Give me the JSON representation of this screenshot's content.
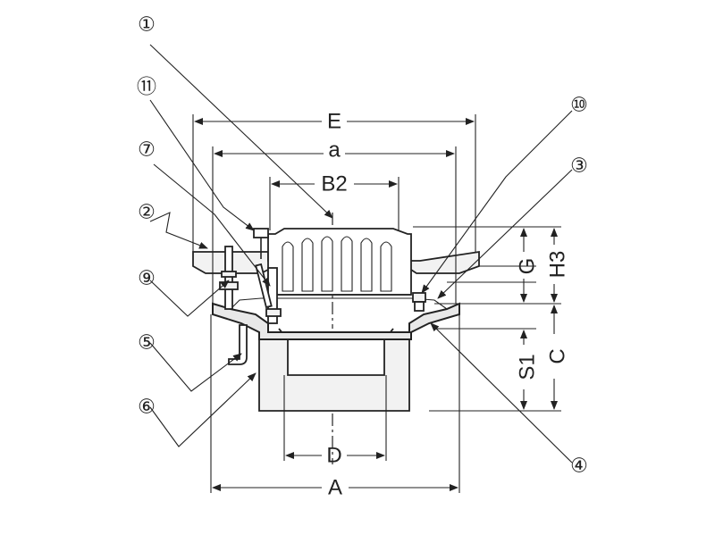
{
  "callouts": [
    "①",
    "⑪",
    "⑦",
    "②",
    "⑨",
    "⑤",
    "⑥",
    "⑩",
    "③",
    "④"
  ],
  "dimensions": {
    "E": "E",
    "a": "a",
    "B2": "B2",
    "D": "D",
    "A": "A",
    "G": "G",
    "H3": "H3",
    "S1": "S1",
    "C": "C"
  }
}
